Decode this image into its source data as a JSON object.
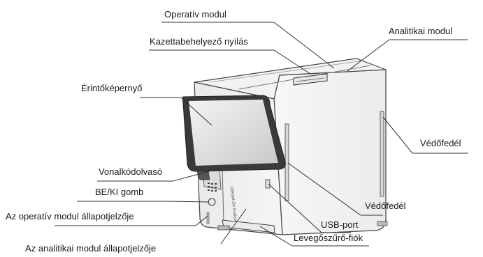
{
  "diagram": {
    "labels": {
      "operative_module": "Operatív modul",
      "cartridge_slot": "Kazettabehelyező nyílás",
      "analytical_module": "Analitikai modul",
      "touchscreen": "Érintőképernyő",
      "protective_cover_right": "Védőfedél",
      "barcode_reader": "Vonalkódolvasó",
      "power_button": "BE/KI gomb",
      "operative_status": "Az operatív modul állapotjelzője",
      "protective_cover_mid": "Védőfedél",
      "usb_port": "USB-port",
      "analytical_status": "Az analitikai modul állapotjelzője",
      "air_filter_drawer": "Levegőszűrő-fiók"
    },
    "device_front_label": "QIAstat-Dx Analyzer"
  }
}
